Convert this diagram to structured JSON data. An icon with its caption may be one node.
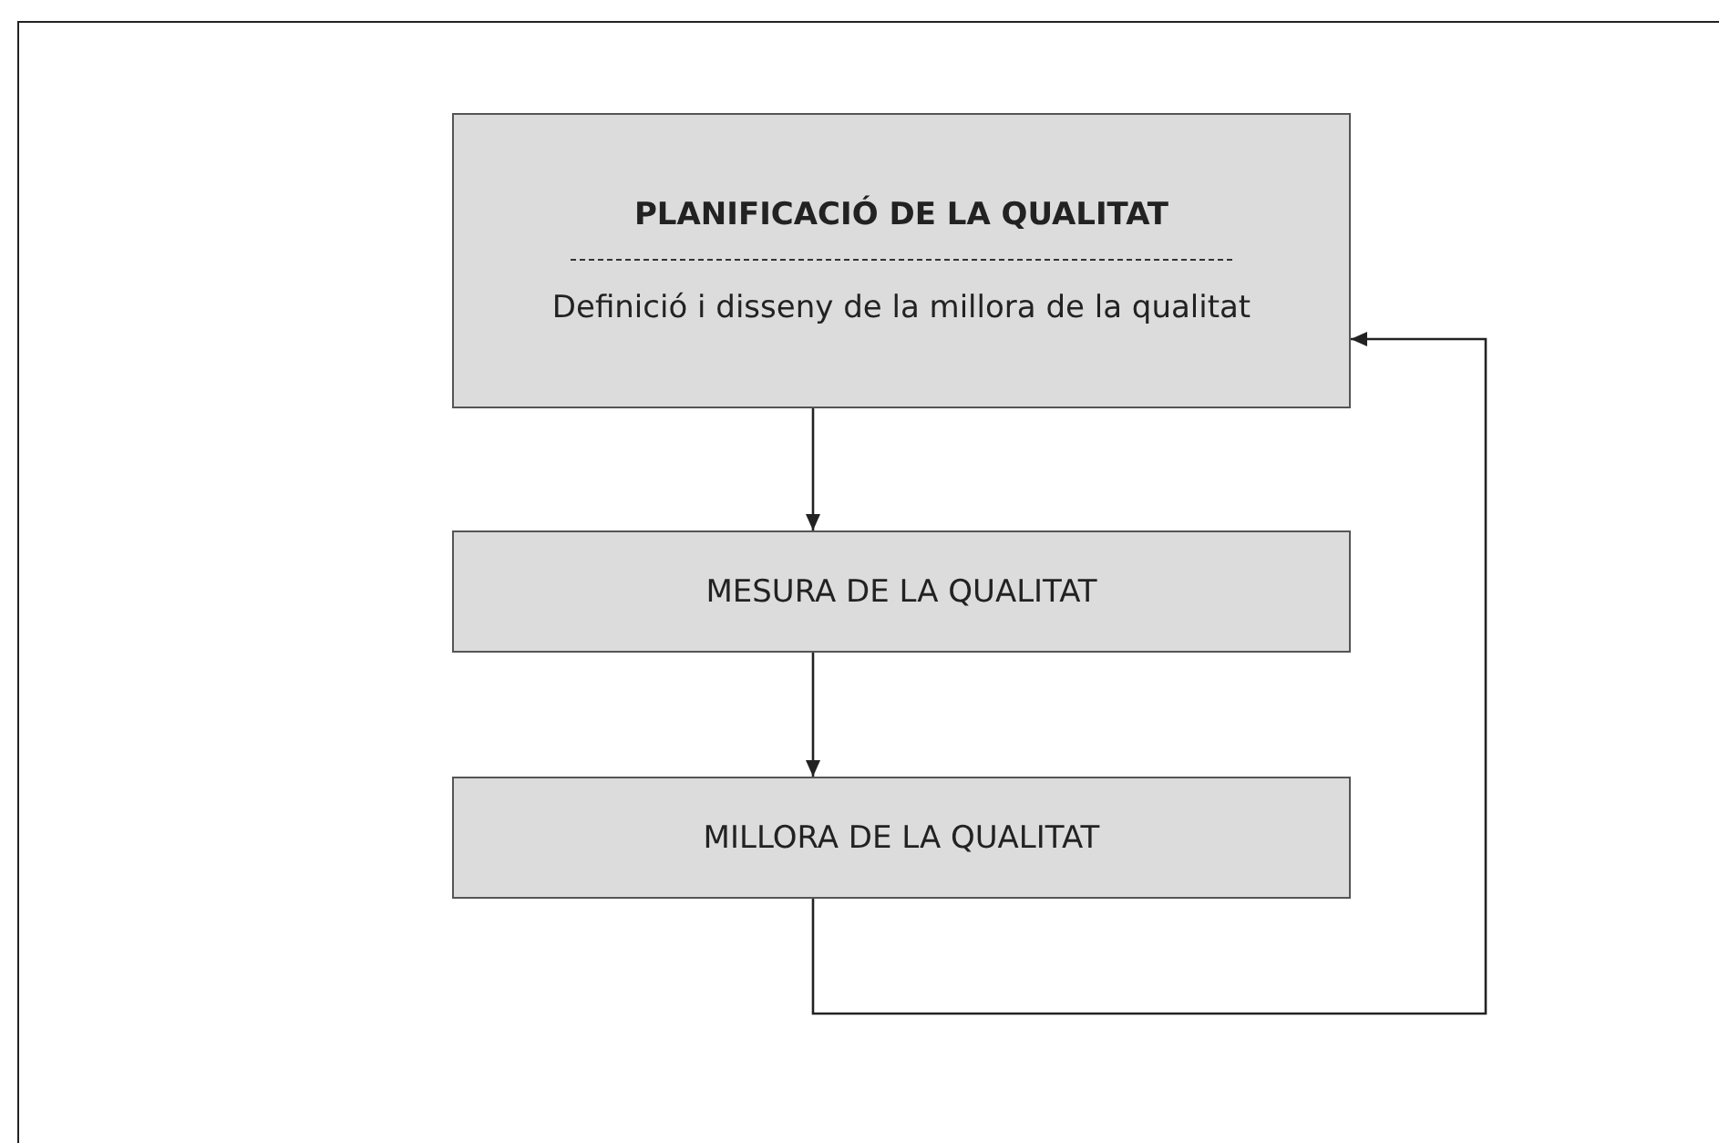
{
  "diagram": {
    "nodes": [
      {
        "text": [
          "PLANIFICACIÓ DE LA QUALITAT",
          "Definició i disseny de la millora de la qualitat"
        ]
      },
      {
        "text": [
          "MESURA DE LA QUALITAT"
        ]
      },
      {
        "text": [
          "MILLORA DE LA QUALITAT"
        ]
      }
    ],
    "edges": [
      {
        "from": 0,
        "to": 1,
        "arrow": "to"
      },
      {
        "from": 1,
        "to": 2,
        "arrow": "to"
      },
      {
        "from": 2,
        "to": 0,
        "arrow": "to"
      }
    ]
  }
}
